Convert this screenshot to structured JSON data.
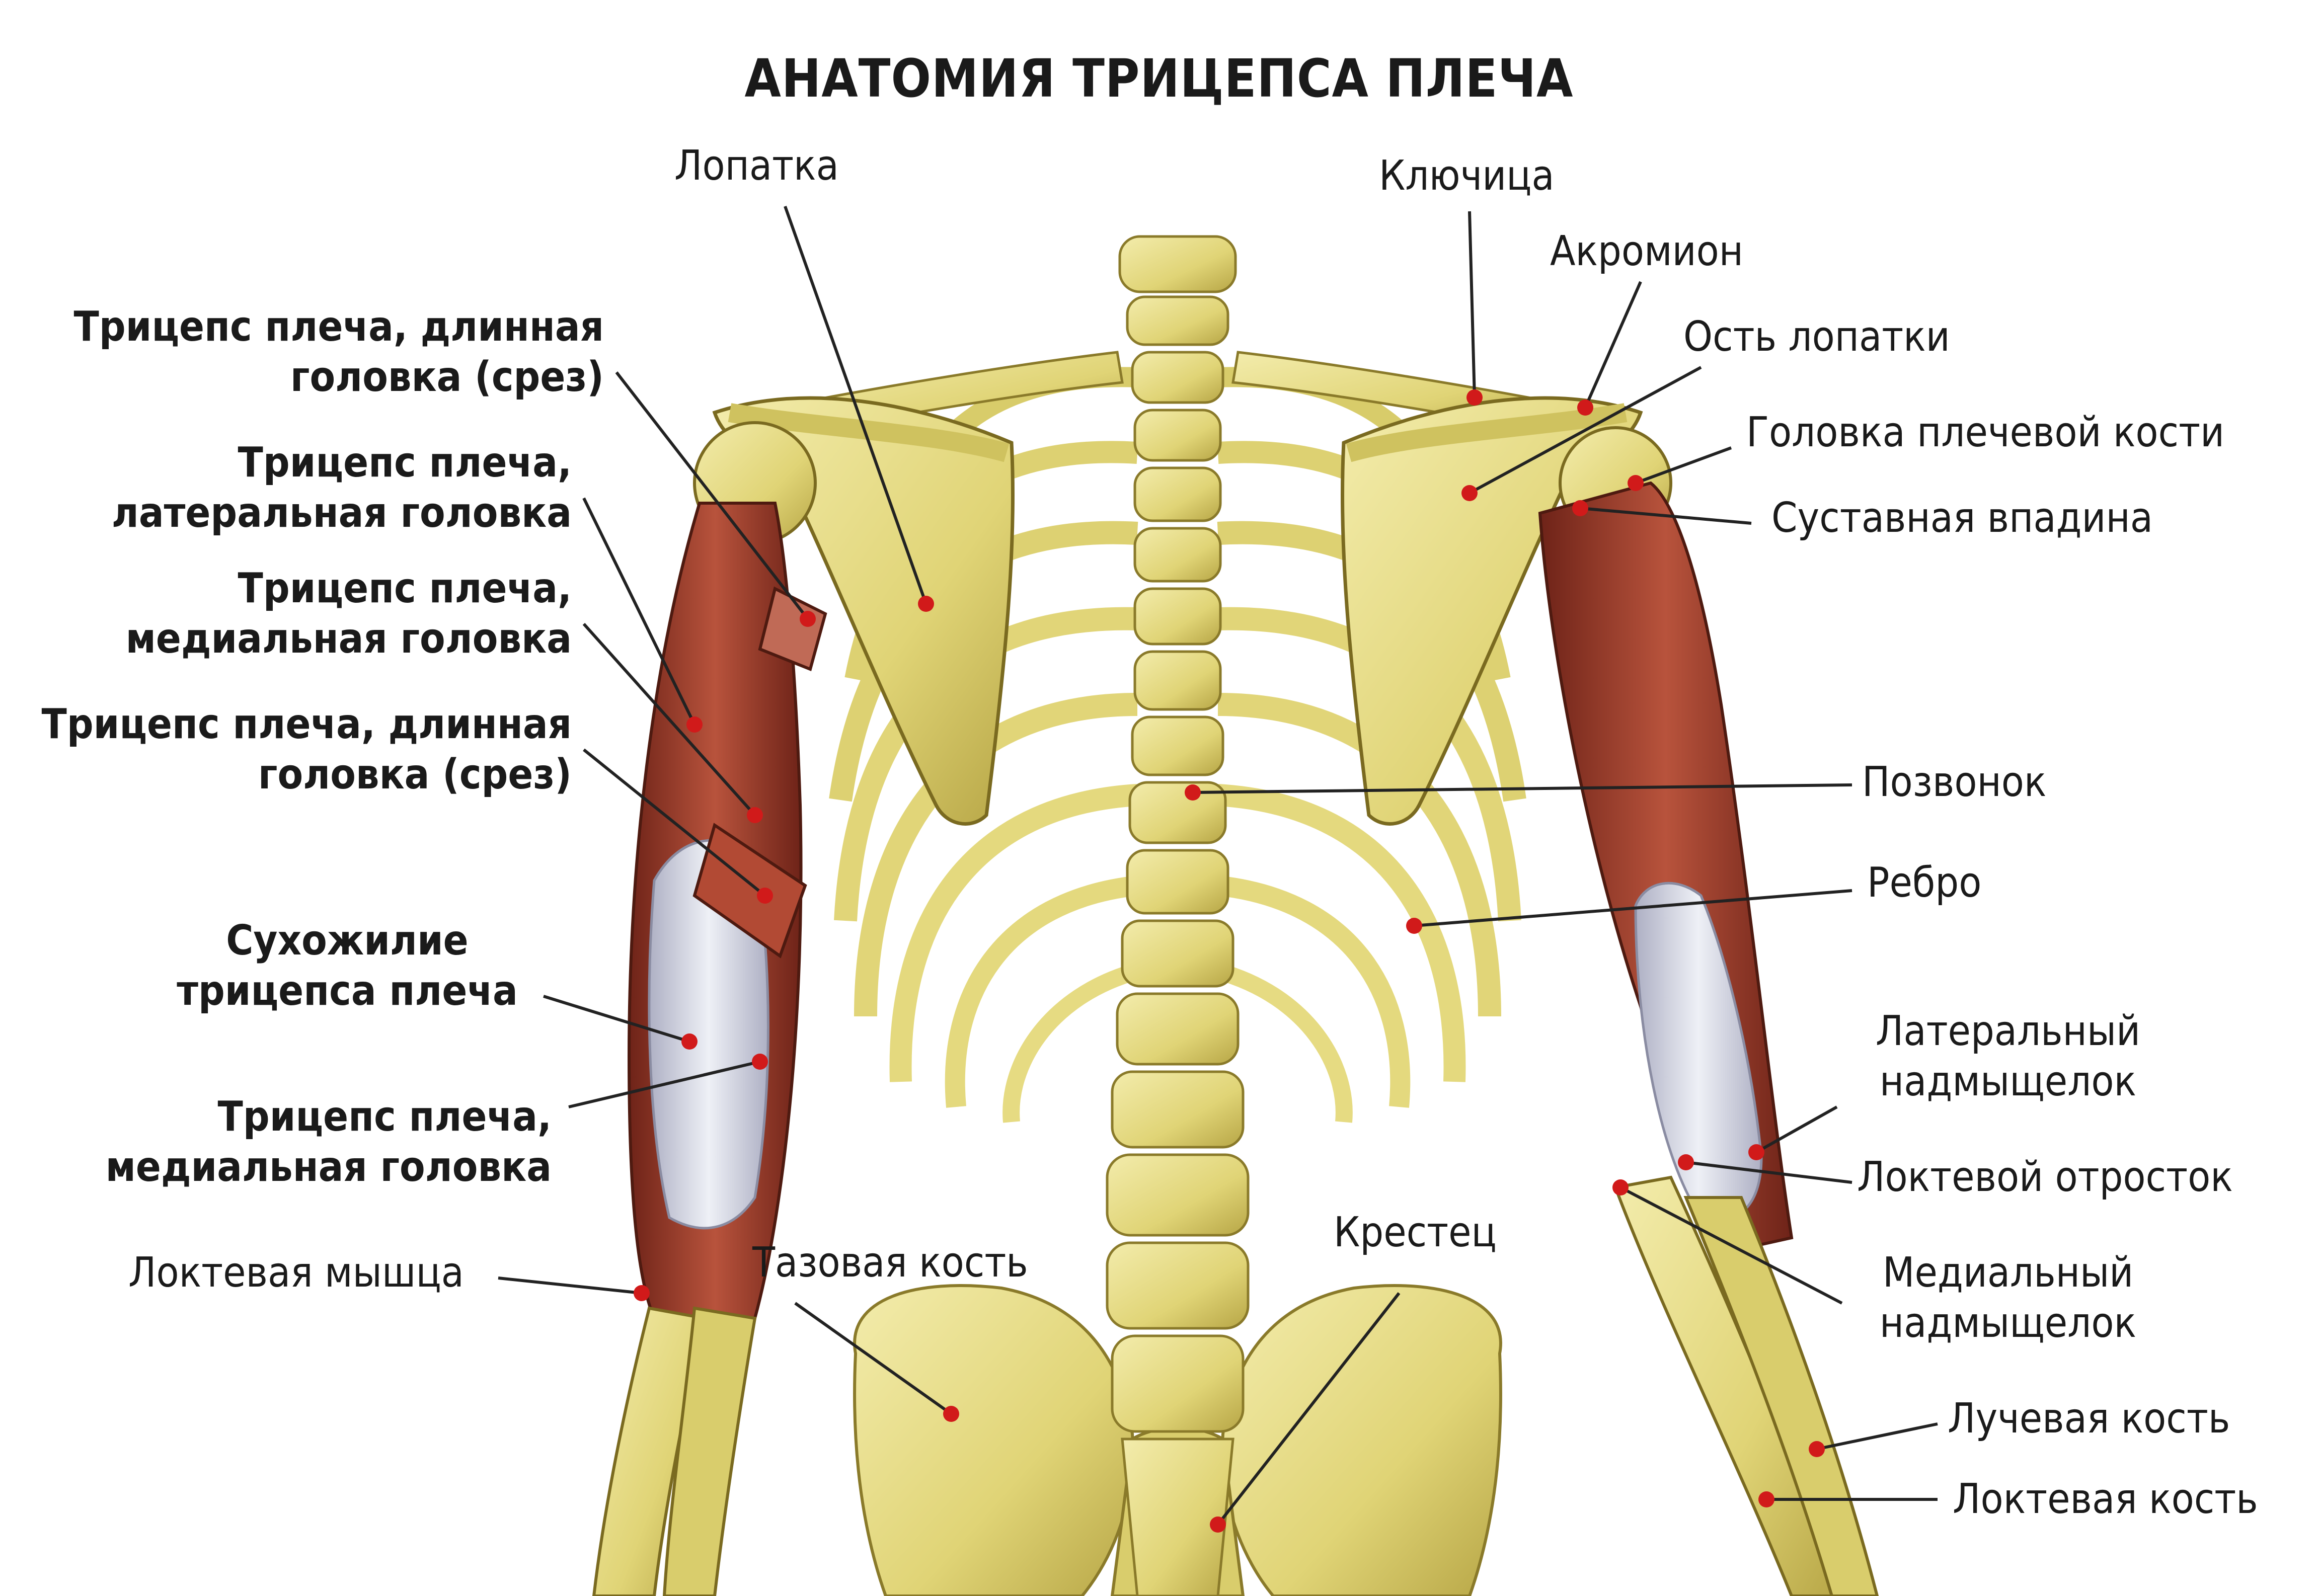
{
  "title": "АНАТОМИЯ ТРИЦЕПСА ПЛЕЧА",
  "labels_left": {
    "long_head_cut_1": "Трицепс плеча, длинная\nголовка (срез)",
    "lateral_head": "Трицепс плеча,\nлатеральная головка",
    "medial_head_1": "Трицепс плеча,\nмедиальная головка",
    "long_head_cut_2": "Трицепс плеча, длинная\nголовка (срез)",
    "tendon": "Сухожилие\nтрицепса плеча",
    "medial_head_2": "Трицепс плеча,\nмедиальная головка",
    "anconeus": "Локтевая мышца"
  },
  "labels_top": {
    "scapula": "Лопатка",
    "clavicle": "Ключица",
    "acromion": "Акромион",
    "spine_of_scapula": "Ость лопатки"
  },
  "labels_right": {
    "humeral_head": "Головка плечевой кости",
    "glenoid": "Суставная впадина",
    "vertebra": "Позвонок",
    "rib": "Ребро",
    "lateral_epicondyle": "Латеральный\nнадмыщелок",
    "olecranon": "Локтевой отросток",
    "medial_epicondyle": "Медиальный\nнадмыщелок",
    "radius": "Лучевая кость",
    "ulna": "Локтевая кость"
  },
  "labels_bottom": {
    "pelvis": "Тазовая кость",
    "sacrum": "Крестец"
  },
  "colors": {
    "bone": "#e6de8a",
    "bone_shadow": "#b9a94a",
    "muscle": "#9c3a28",
    "tendon": "#d9dbe6",
    "marker": "#d11a1a"
  }
}
